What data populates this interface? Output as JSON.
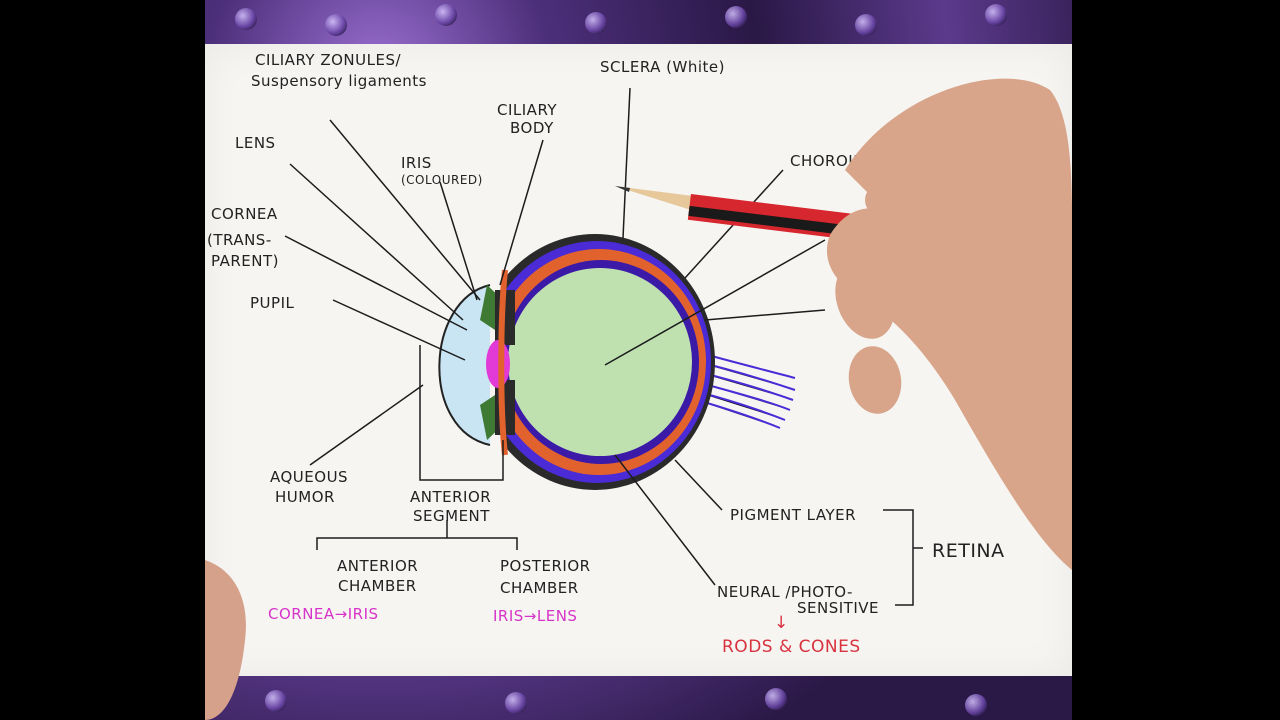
{
  "labels": {
    "ciliary_zonules": "CILIARY ZONULES/",
    "suspensory": "Suspensory ligaments",
    "sclera": "SCLERA (White)",
    "ciliary_body_1": "CILIARY",
    "ciliary_body_2": "BODY",
    "lens": "LENS",
    "iris": "IRIS",
    "iris_sub": "(COLOURED)",
    "choroid": "CHOROID",
    "cornea": "CORNEA",
    "cornea_sub1": "(TRANS-",
    "cornea_sub2": "PARENT)",
    "pupil": "PUPIL",
    "aqueous_1": "AQUEOUS",
    "aqueous_2": "HUMOR",
    "anterior_segment_1": "ANTERIOR",
    "anterior_segment_2": "SEGMENT",
    "anterior_chamber_1": "ANTERIOR",
    "anterior_chamber_2": "CHAMBER",
    "posterior_chamber_1": "POSTERIOR",
    "posterior_chamber_2": "CHAMBER",
    "cornea_iris": "CORNEA→IRIS",
    "iris_lens": "IRIS→LENS",
    "pigment_layer": "PIGMENT LAYER",
    "retina": "RETINA",
    "neural_1": "NEURAL /PHOTO-",
    "neural_2": "SENSITIVE",
    "arrow": "↓",
    "rods_cones": "RODS & CONES"
  },
  "colors": {
    "sclera_outline": "#2a2a2a",
    "choroid": "#e2622e",
    "retina": "#3c1aa8",
    "vitreous": "#bfe1b0",
    "lens": "#e23ad6",
    "iris": "#3e7a34",
    "cornea": "#c9e4f2",
    "optic_nerve": "#4a2bd6",
    "pink_text": "#d733c8",
    "red_text": "#d8323f"
  },
  "icons": {
    "pencil": "pencil-icon",
    "hand": "hand-icon"
  }
}
